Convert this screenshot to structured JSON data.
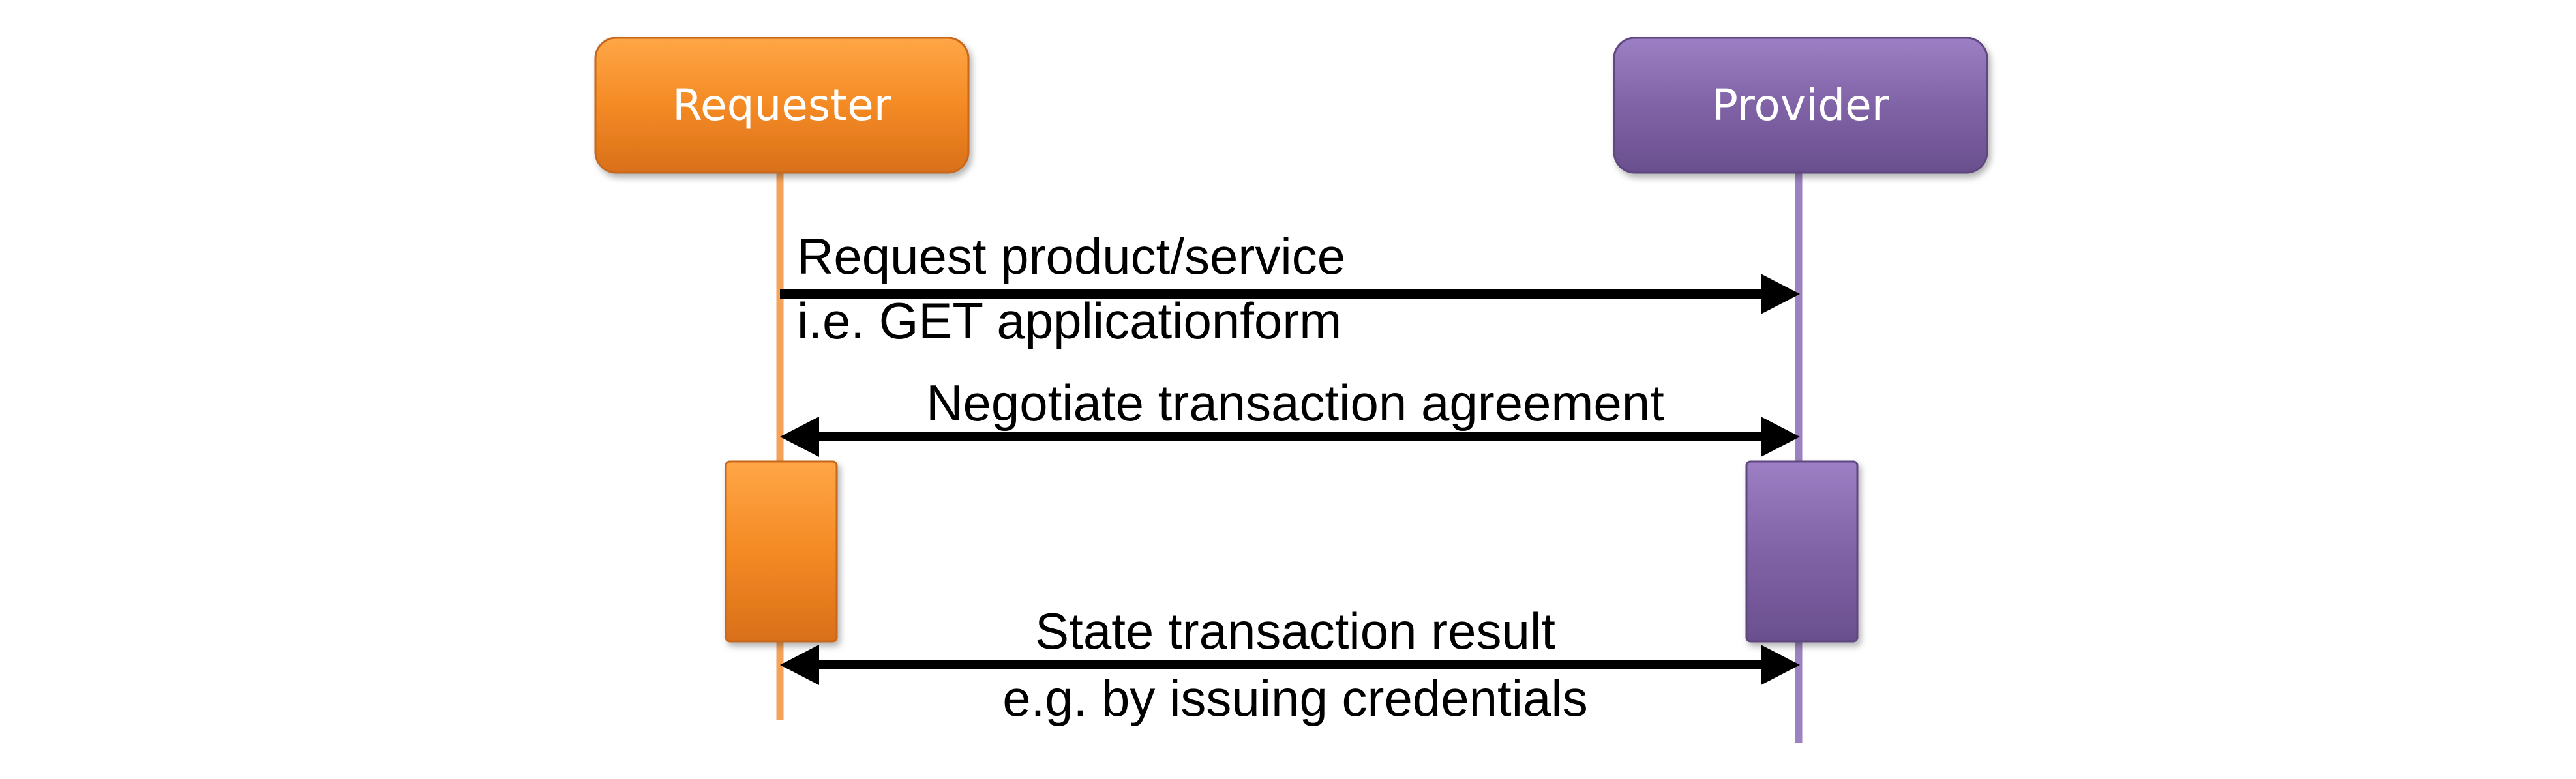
{
  "diagram": {
    "actors": {
      "requester": {
        "label": "Requester",
        "color": "#F28522"
      },
      "provider": {
        "label": "Provider",
        "color": "#8063A6"
      }
    },
    "messages": [
      {
        "line1": "Request product/service",
        "line2": "i.e. GET applicationform",
        "direction": "requester-to-provider"
      },
      {
        "line1": "Negotiate transaction agreement",
        "direction": "bidirectional"
      },
      {
        "line1": "State transaction result",
        "line2": "e.g. by issuing credentials",
        "direction": "bidirectional"
      }
    ]
  }
}
